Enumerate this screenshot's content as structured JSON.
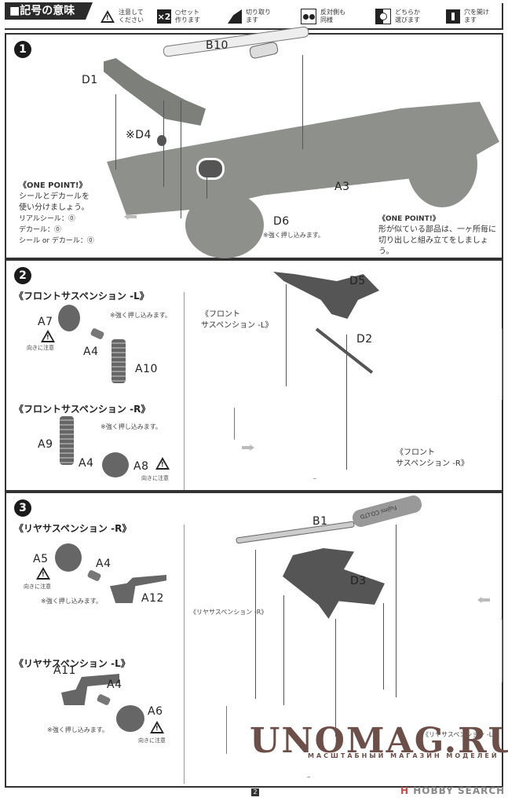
{
  "legend": {
    "title": "■記号の意味",
    "items": [
      {
        "icon": "warning-icon",
        "glyph": "!",
        "label": "注意して\nください"
      },
      {
        "icon": "make-two-icon",
        "glyph": "×2",
        "label": "○セット\n作ります"
      },
      {
        "icon": "cut-off-icon",
        "glyph": "▞",
        "label": "切り取り\nます"
      },
      {
        "icon": "opposite-side-icon",
        "glyph": "●●",
        "label": "反対側も\n同様"
      },
      {
        "icon": "choose-either-icon",
        "glyph": "◐",
        "label": "どちらか\n選びます"
      },
      {
        "icon": "drill-hole-icon",
        "glyph": "▼",
        "label": "穴を開け\nます"
      }
    ]
  },
  "step1": {
    "number": "1",
    "parts": {
      "b10": "B10",
      "d1": "D1",
      "d4": "※D4",
      "a3": "A3",
      "d6": "D6"
    },
    "d6_note": "※強く押し込みます。",
    "one_point_left": {
      "title": "《ONE POINT!》",
      "lines": [
        "シールとデカールを",
        "使い分けましょう。"
      ],
      "real_seal": "リアルシール：⓪",
      "decal": "デカール：⓪",
      "seal_or_decal": "シール or デカール：⓪"
    },
    "one_point_right": {
      "title": "《ONE POINT!》",
      "lines": [
        "形が似ている部品は、一ヶ所毎に",
        "切り出しと組み立てをしましょう。"
      ]
    }
  },
  "step2": {
    "number": "2",
    "front_l_title": "《フロントサスペンション -L》",
    "front_r_title": "《フロントサスペンション -R》",
    "press_note": "※強く押し込みます。",
    "caution": "向きに注意",
    "parts": {
      "a7": "A7",
      "a4": "A4",
      "a10": "A10",
      "a9": "A9",
      "a8": "A8",
      "d5": "D5",
      "d2": "D2"
    },
    "callout_l": [
      "《フロント",
      "サスペンション -L》"
    ],
    "callout_r": [
      "《フロント",
      "サスペンション -R》"
    ]
  },
  "step3": {
    "number": "3",
    "rear_r_title": "《リヤサスペンション -R》",
    "rear_l_title": "《リヤサスペンション -L》",
    "press_note": "※強く押し込みます。",
    "caution": "向きに注意",
    "parts": {
      "a5": "A5",
      "a4": "A4",
      "a12": "A12",
      "a11": "A11",
      "a6": "A6",
      "b1": "B1",
      "d3": "D3"
    },
    "muffler_text": "Fujimi CO.LTD",
    "callout_r": "《リヤサスペンション -R》",
    "callout_l": "《リヤサスペンション -L》"
  },
  "footer": {
    "page_number": "2",
    "watermark": "UNOMAG.RU",
    "watermark_sub": "МАСШТАБНЫЙ МАГАЗИН МОДЕЛЕЙ",
    "hobby_mark": "H",
    "hobby_text": "HOBBY SEARCH"
  }
}
